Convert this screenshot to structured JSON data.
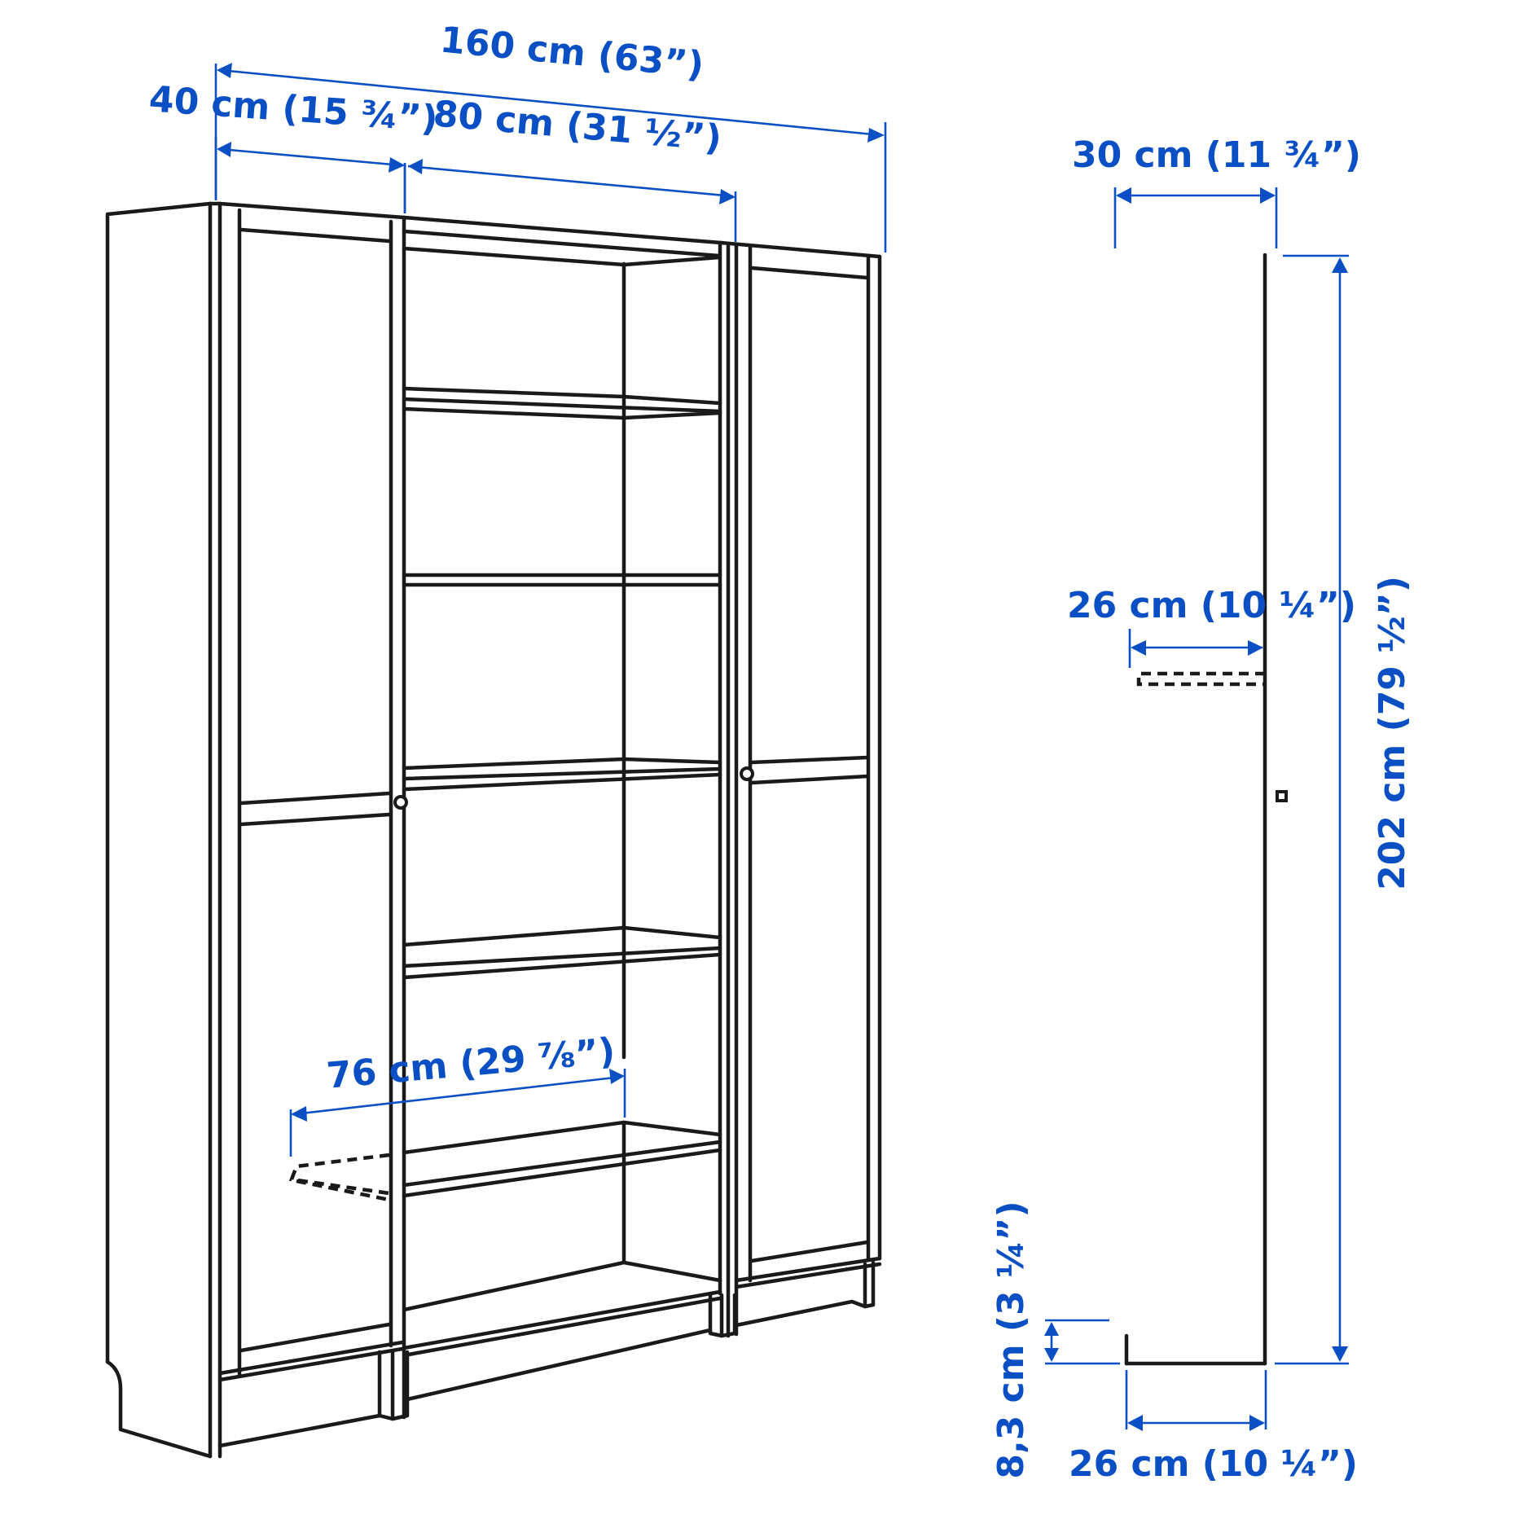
{
  "figure": {
    "title": "Bookcase combination with doors – dimension drawing",
    "accent_color": "#0a4fc4",
    "line_color": "#1a1a1a"
  },
  "front_view": {
    "dimensions": {
      "total_width": "160 cm (63”)",
      "side_section_width": "40 cm (15 ¾”)",
      "middle_section_width": "80 cm (31 ½”)",
      "inner_shelf_width": "76 cm (29 ⅞”)"
    },
    "sections": [
      {
        "name": "left",
        "type": "door-cabinet"
      },
      {
        "name": "middle",
        "type": "open-shelves",
        "shelves": 5
      },
      {
        "name": "right",
        "type": "door-cabinet"
      }
    ]
  },
  "side_view": {
    "dimensions": {
      "depth_total": "30 cm (11 ¾”)",
      "inner_depth": "26 cm (10 ¼”)",
      "base_depth": "26 cm (10 ¼”)",
      "height": "202 cm (79 ½”)",
      "plinth_height": "8,3 cm (3 ¼”)"
    }
  }
}
